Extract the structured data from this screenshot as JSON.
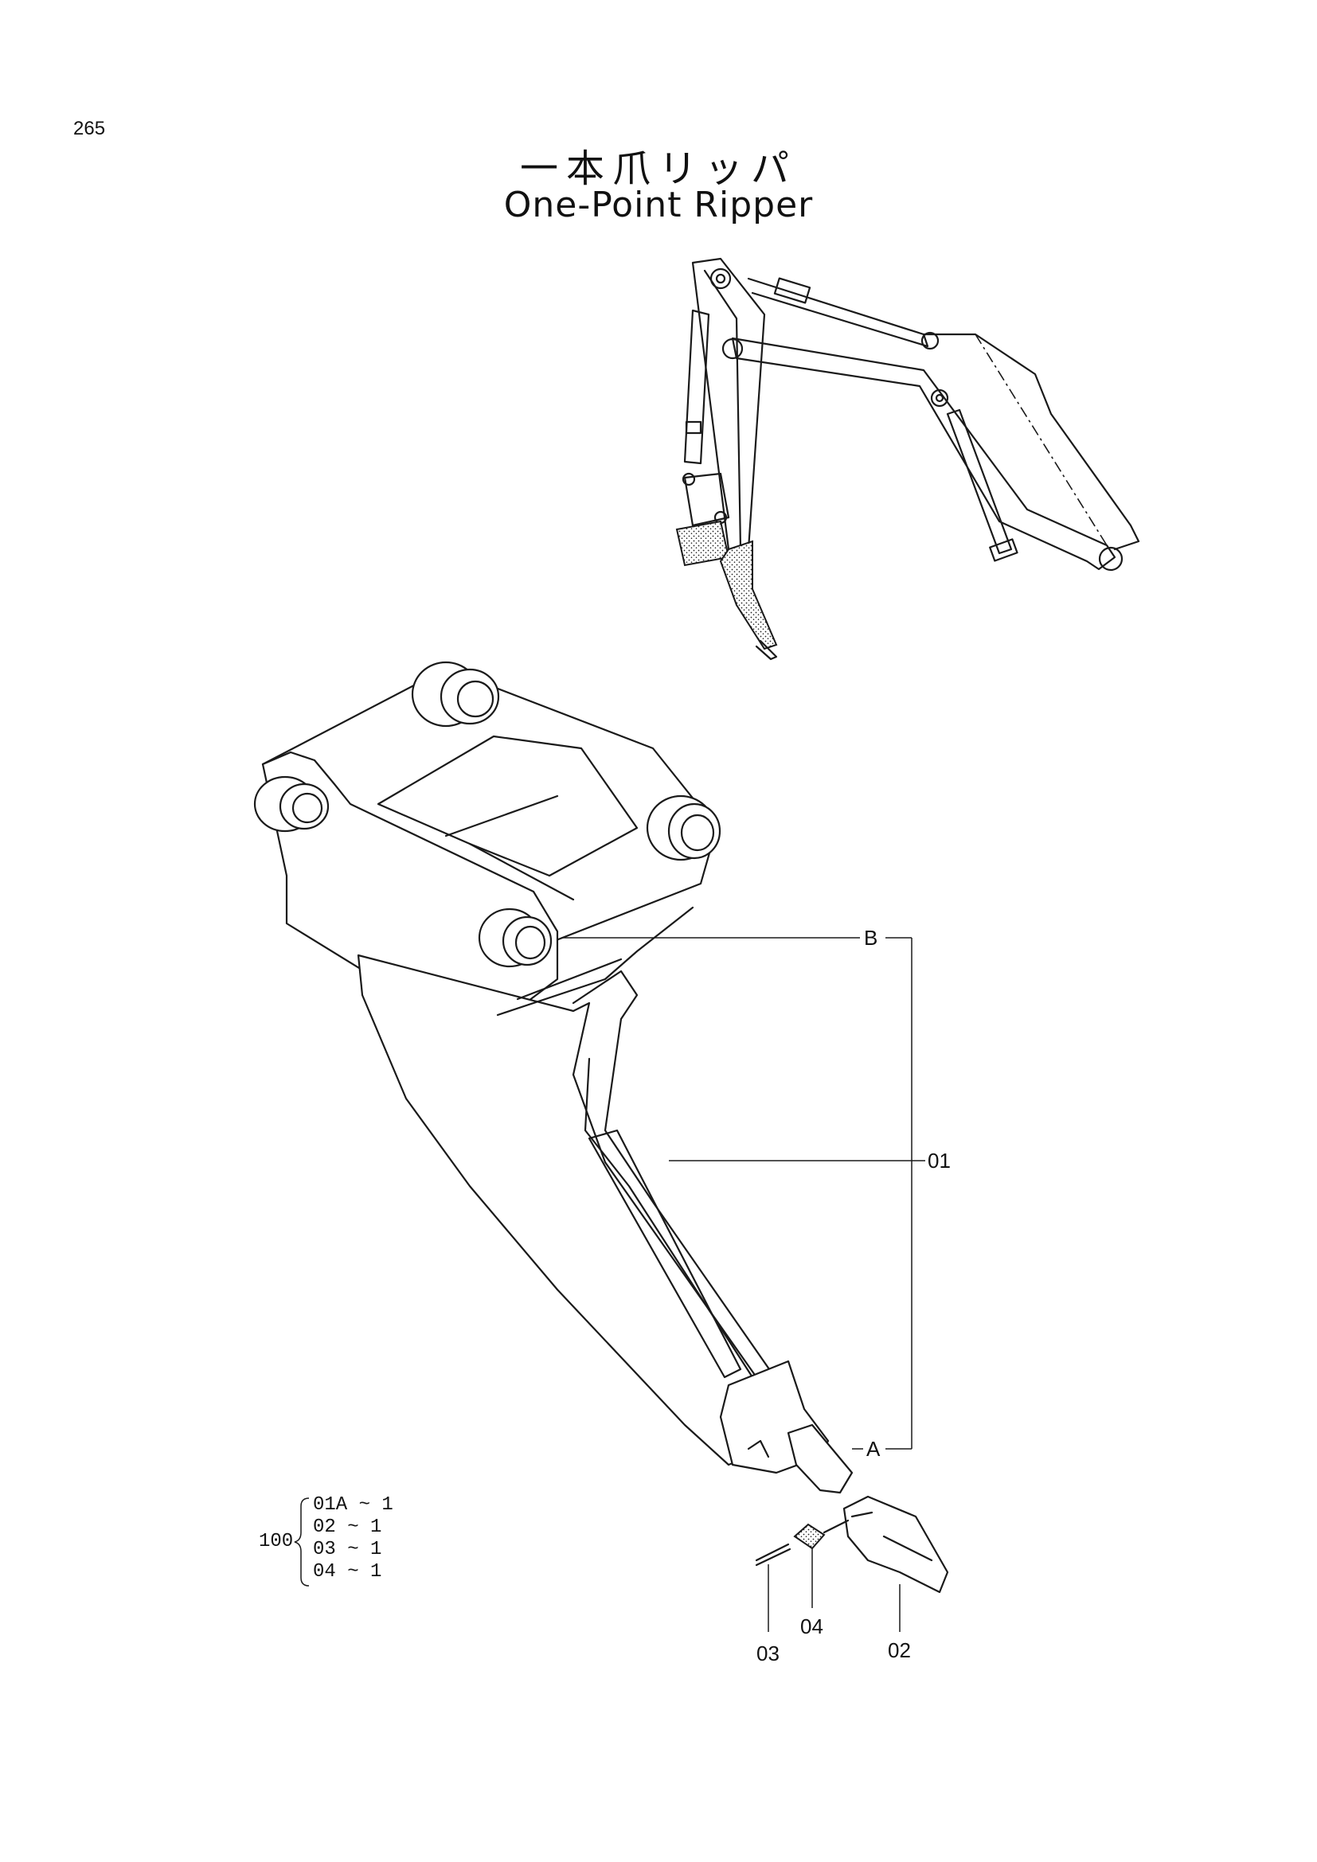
{
  "page_number": "265",
  "title_jp": "一本爪リッパ",
  "title_en": "One-Point Ripper",
  "callouts": {
    "b": "B",
    "part01": "01",
    "a": "A",
    "part02": "02",
    "part03": "03",
    "part04": "04"
  },
  "assembly": {
    "number": "100",
    "lines": [
      "01A ~ 1",
      "02  ~ 1",
      "03  ~ 1",
      "04  ~ 1"
    ]
  }
}
